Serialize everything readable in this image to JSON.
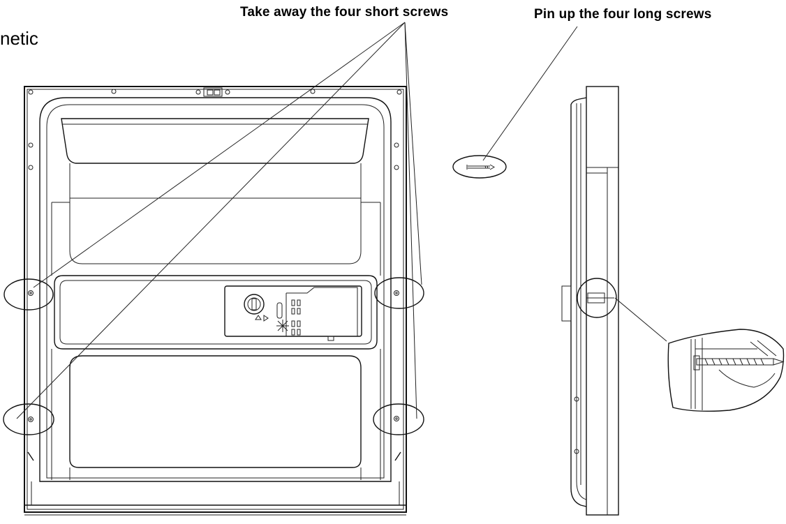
{
  "captions": {
    "cut_off_word": "netic",
    "short_screws": "Take away the four short screws",
    "long_screws": "Pin up  the four long screws"
  },
  "colors": {
    "ink": "#111111",
    "background": "#ffffff"
  }
}
